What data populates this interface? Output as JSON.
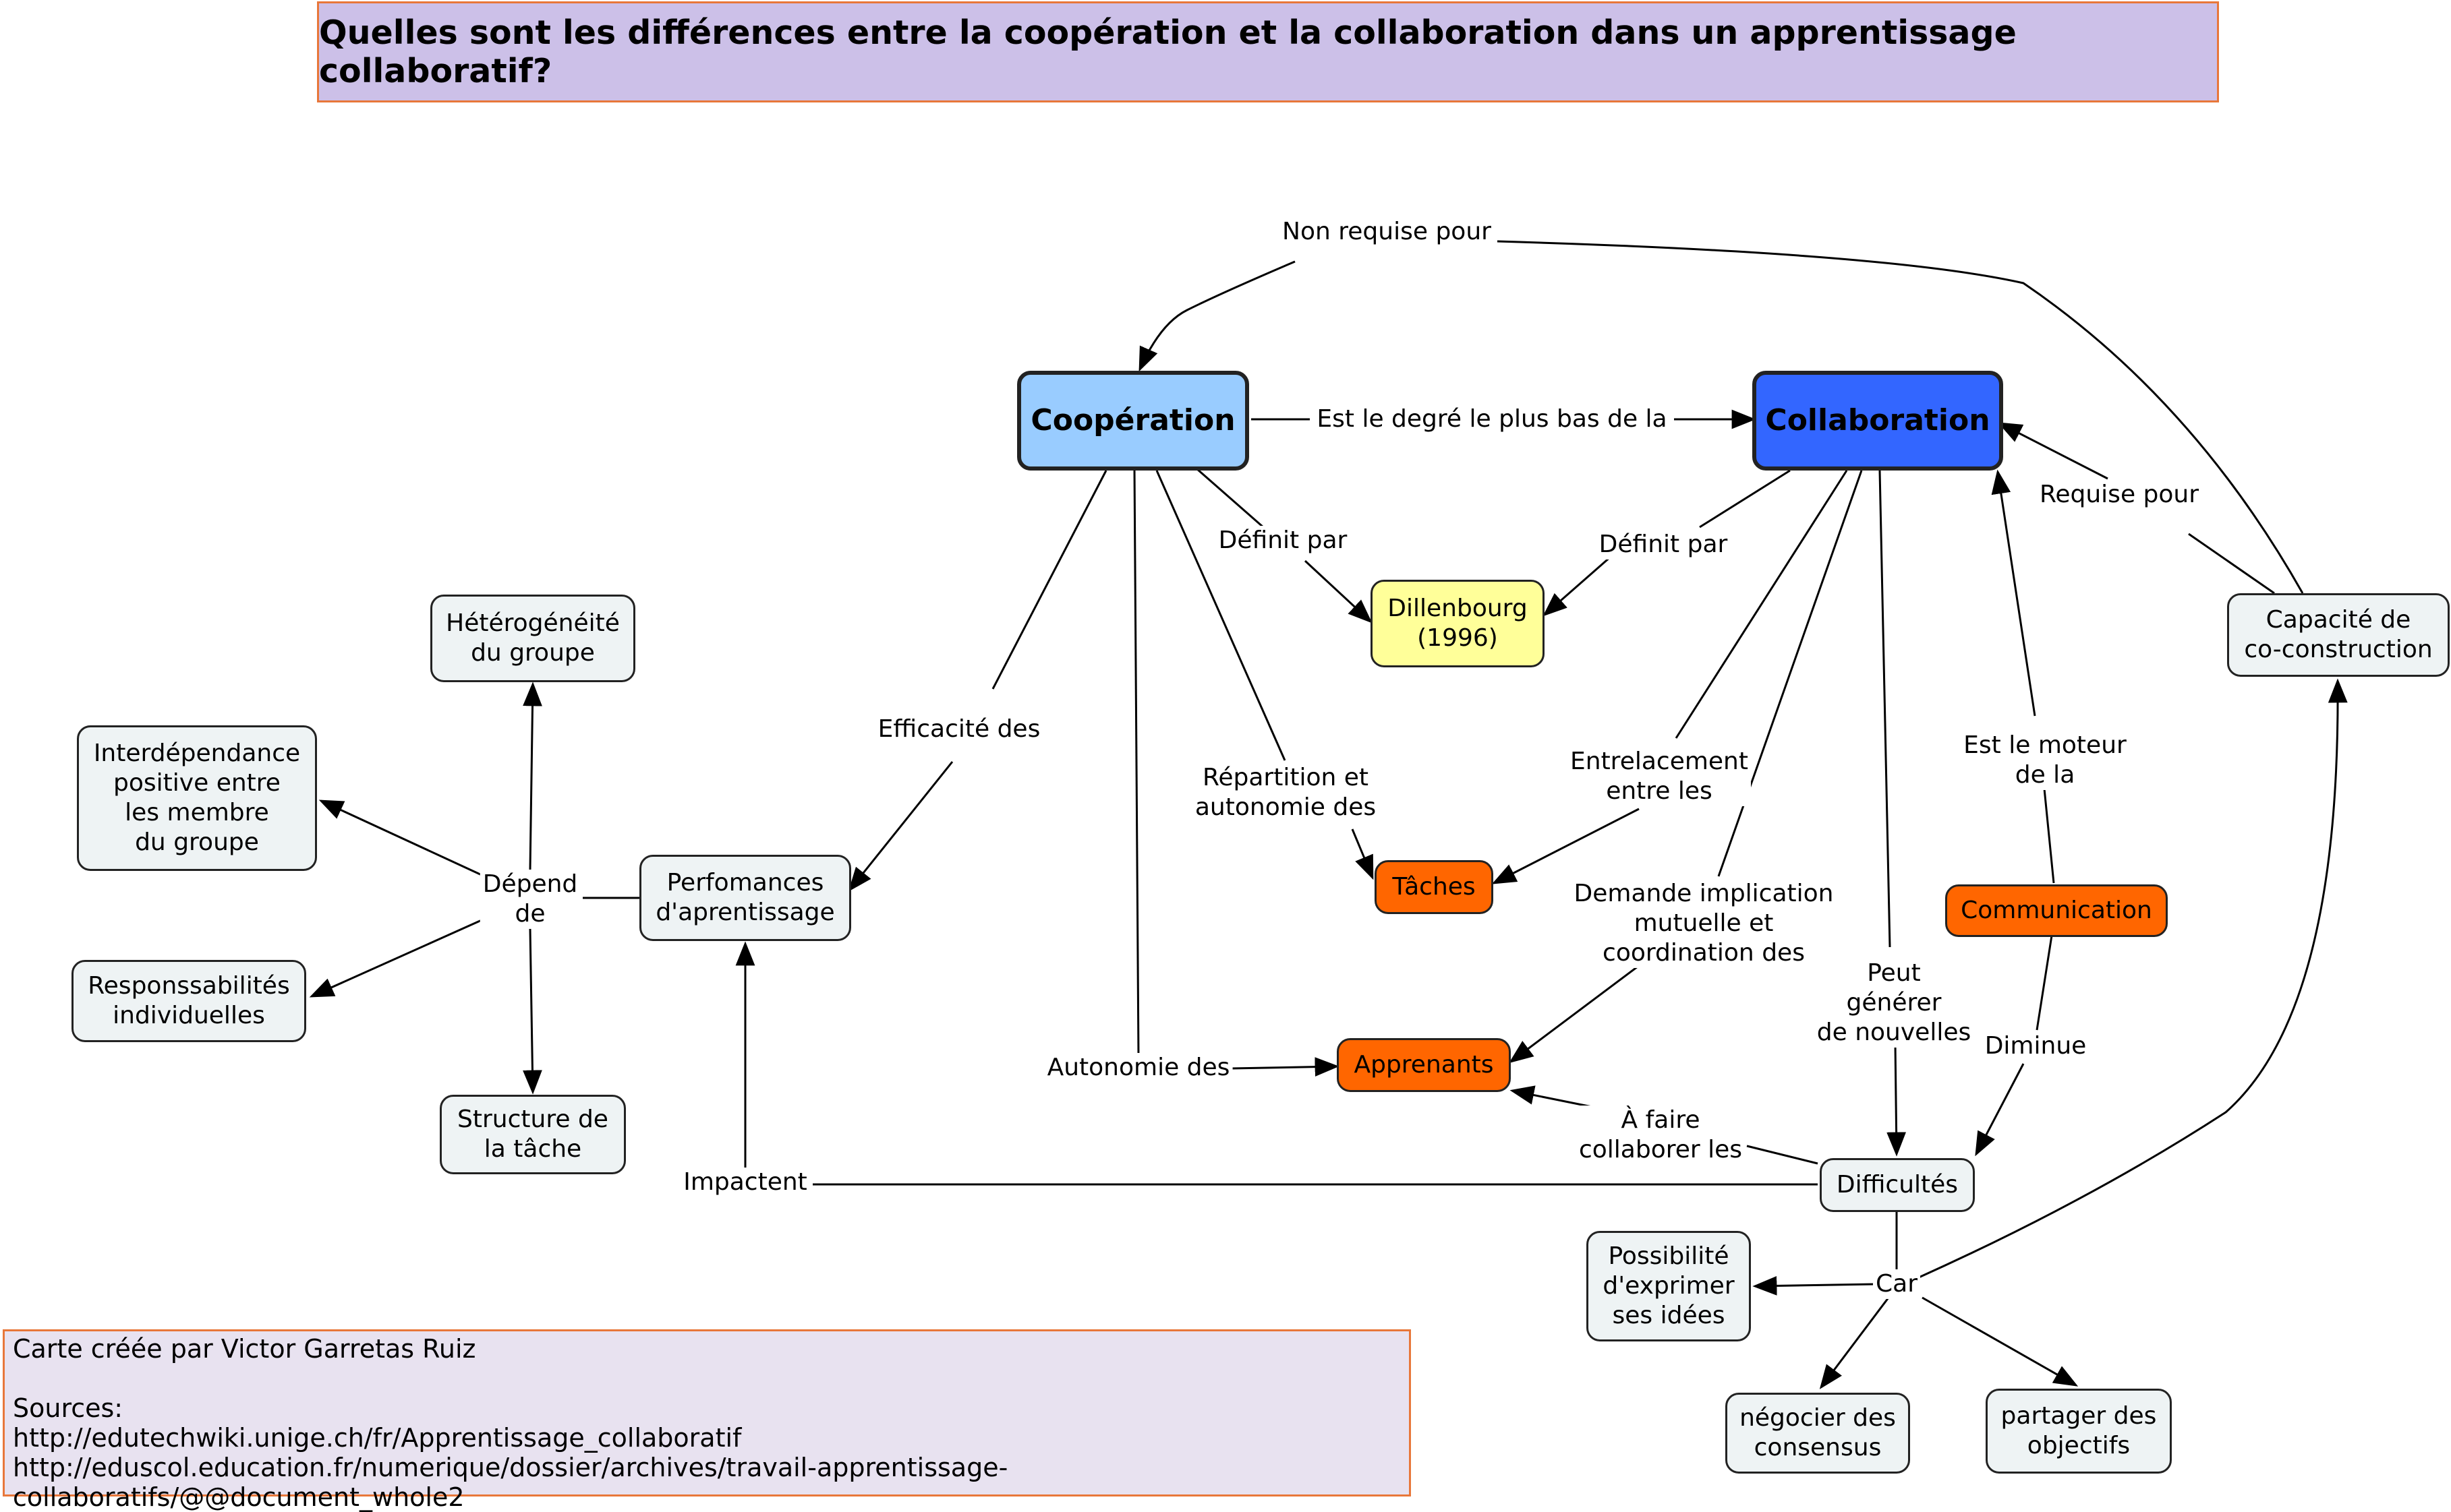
{
  "title": "Quelles sont les différences entre la coopération et la collaboration dans un apprentissage collaboratif?",
  "colors": {
    "cooperation": "#99ccff",
    "collaboration": "#3366ff",
    "orange_concept": "#ff6600",
    "reference": "#ffff99",
    "plain_concept": "#eef3f4",
    "title_background": "#ccc0e8",
    "footer_background": "#e8e2f0",
    "frame_border": "#e8773a"
  },
  "nodes": {
    "cooperation": "Coopération",
    "collaboration": "Collaboration",
    "dillenbourg": "Dillenbourg\n(1996)",
    "taches": "Tâches",
    "apprenants": "Apprenants",
    "communication": "Communication",
    "capacite": "Capacité de\nco-construction",
    "difficultes": "Difficultés",
    "performances": "Perfomances\nd'aprentissage",
    "heterogeneite": "Hétérogénéité\ndu groupe",
    "interdependance": "Interdépendance\npositive entre\nles membre\ndu groupe",
    "responsabilites": "Responssabilités\nindividuelles",
    "structure": "Structure de\nla tâche",
    "exprimer": "Possibilité\nd'exprimer\nses idées",
    "negocier": "négocier des\nconsensus",
    "partager": "partager des\nobjectifs"
  },
  "links": {
    "non_requise": "Non requise pour",
    "degre_bas": "Est le degré le plus bas de la",
    "definit_par_1": "Définit par",
    "definit_par_2": "Définit par",
    "requise_pour": "Requise pour",
    "efficacite": "Efficacité des",
    "repartition": "Répartition et\nautonomie des",
    "entrelacement": "Entrelacement\nentre les",
    "moteur": "Est le moteur\nde la",
    "depend": "Dépend\nde",
    "demande": "Demande implication\nmutuelle et\ncoordination des",
    "peut_generer": "Peut\ngénérer\nde nouvelles",
    "diminue": "Diminue",
    "autonomie": "Autonomie des",
    "a_faire": "À faire\ncollaborer les",
    "impactent": "Impactent",
    "car": "Car"
  },
  "footer": {
    "text": "Carte créée par Victor Garretas Ruiz\n\nSources:\nhttp://edutechwiki.unige.ch/fr/Apprentissage_collaboratif\nhttp://eduscol.education.fr/numerique/dossier/archives/travail-apprentissage-collaboratifs/@@document_whole2"
  }
}
